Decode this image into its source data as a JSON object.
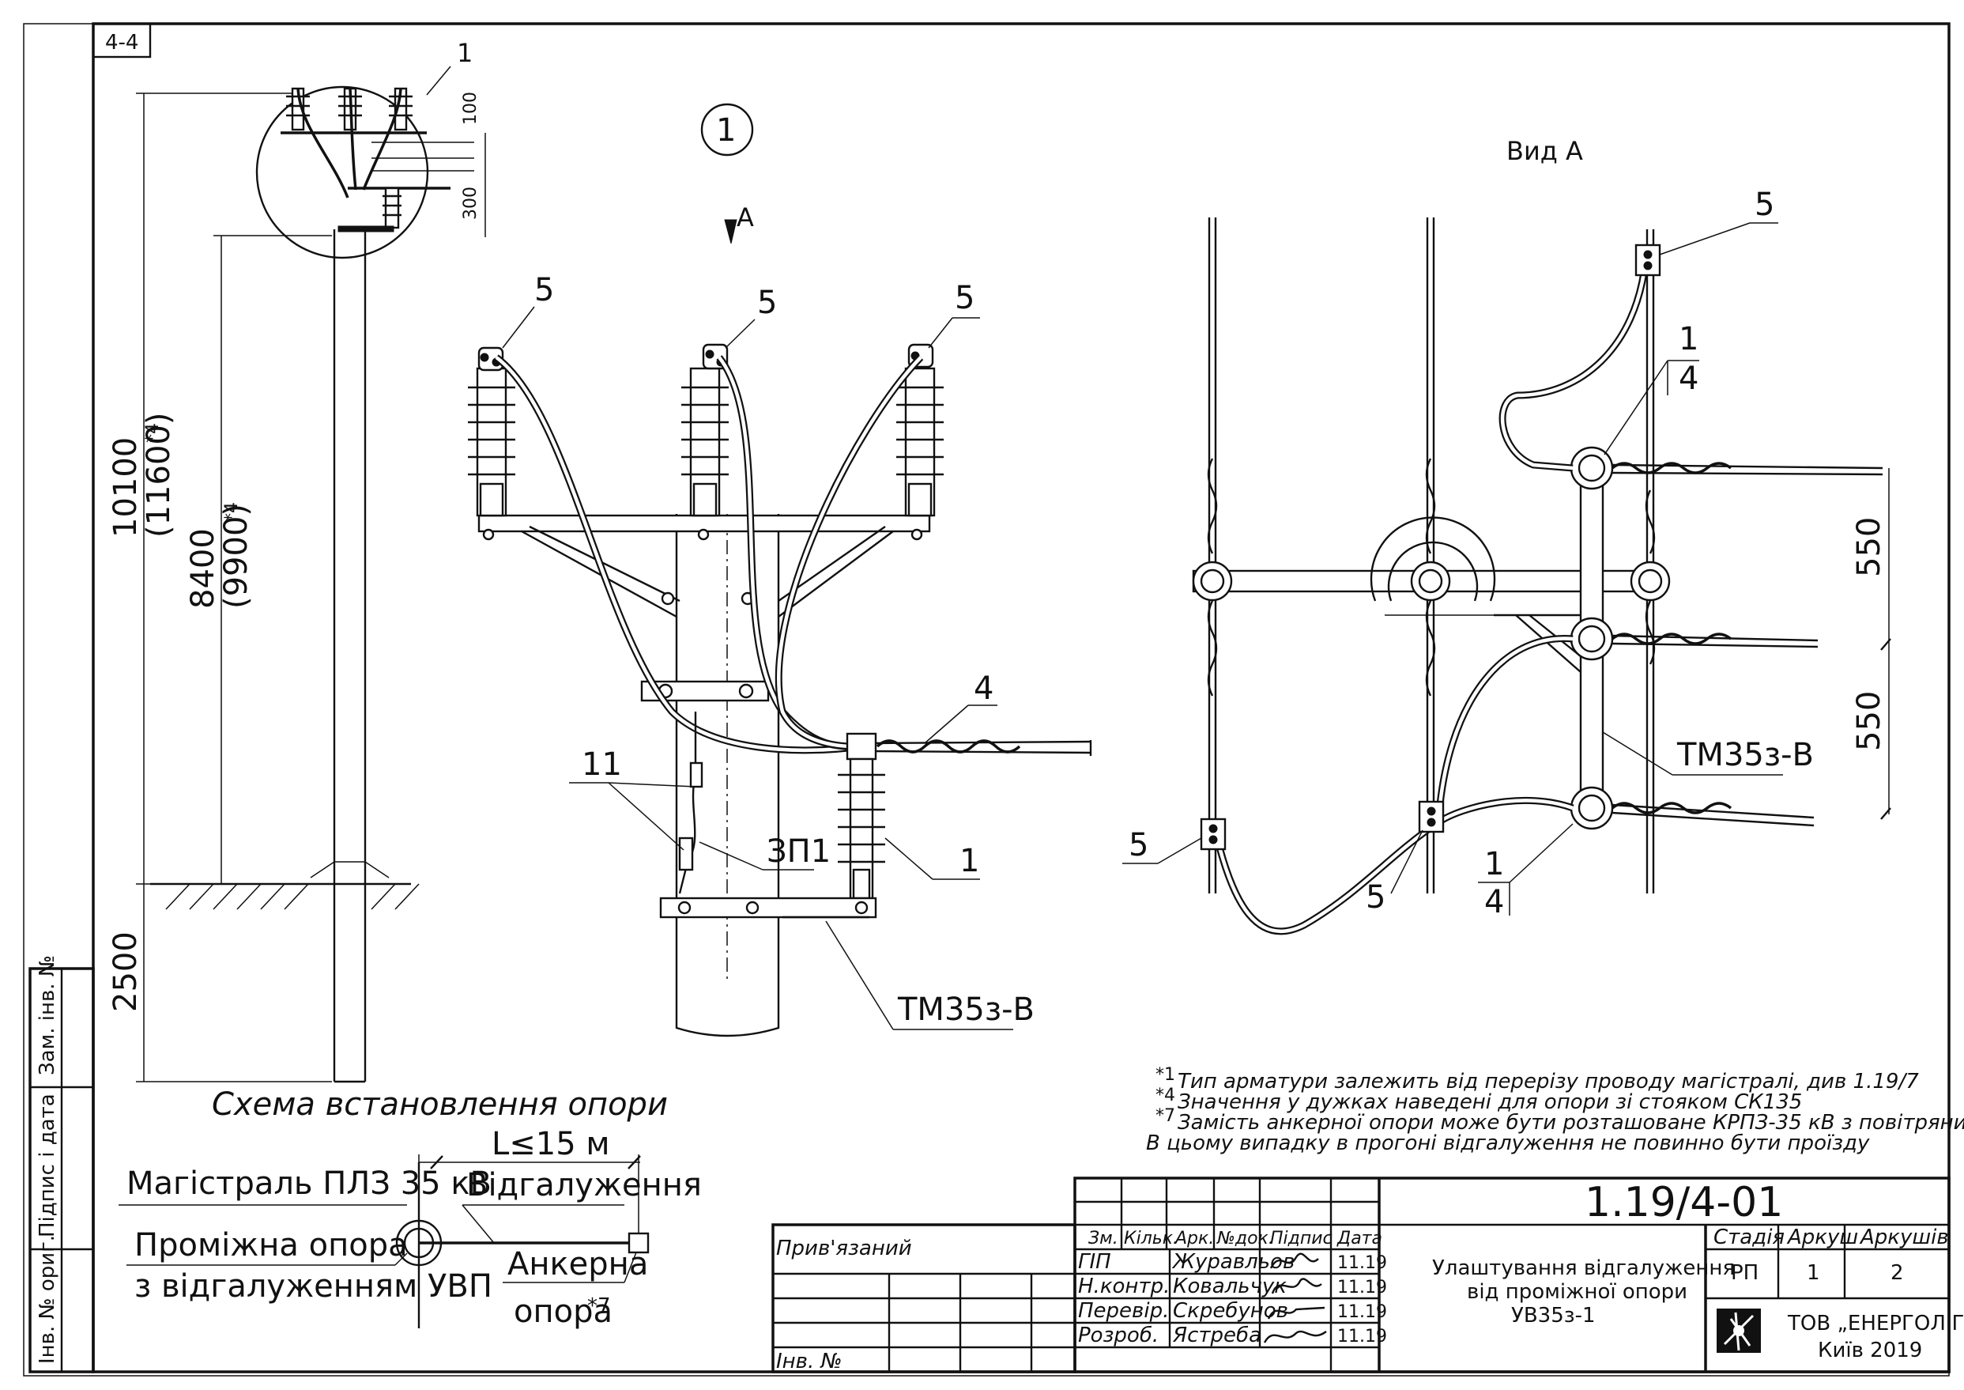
{
  "corner_tag": "4-4",
  "callout_main": "1",
  "view_arrow_label": "А",
  "view_title": "Вид А",
  "labels": {
    "n1": "1",
    "n4": "4",
    "n5": "5",
    "n11": "11",
    "zp1": "ЗП1",
    "tm": "ТМ35з-В"
  },
  "dims": {
    "total_height": "10100",
    "total_height_alt": "(11600)",
    "total_height_star": "*4",
    "attach_height": "8400",
    "attach_height_alt": "(9900)",
    "attach_height_star": "*4",
    "burial": "2500",
    "top_100": "100",
    "top_300": "300",
    "span1": "550",
    "span2": "550",
    "span_len": "L≤15 м"
  },
  "scheme": {
    "title": "Схема встановлення опори",
    "main_line": "Магістраль ПЛЗ 35 кВ",
    "branch": "Відгалуження",
    "intermediate_1": "Проміжна опора",
    "intermediate_2": "з відгалуженням УВП",
    "anchor_1": "Анкерна",
    "anchor_2": "опора",
    "anchor_star": "*7"
  },
  "notes": [
    {
      "mark": "*1",
      "text": "Тип арматури залежить від перерізу проводу магістралі, див 1.19/7"
    },
    {
      "mark": "*4",
      "text": "Значення у дужках наведені для опори зі стояком СК135"
    },
    {
      "mark": "*7",
      "text": "Замість анкерної опори може бути розташоване КРПЗ-35 кВ з повітряним вводом."
    },
    {
      "mark": "",
      "text": "В цьому випадку в прогоні відгалуження не повинно бути проїзду"
    }
  ],
  "side_stamp": {
    "zam": "Зам. інв. №",
    "pidpys": "Підпис і дата",
    "inv": "Інв. № ориг."
  },
  "title_block": {
    "doc_code": "1.19/4-01",
    "pryvyazanyi": "Прив'язаний",
    "inv_no": "Інв. №",
    "headers": [
      "Зм.",
      "Кільк.",
      "Арк.",
      "№док.",
      "Підпис",
      "Дата"
    ],
    "rows": [
      {
        "role": "ГІП",
        "name": "Журавльов",
        "date": "11.19"
      },
      {
        "role": "Н.контр.",
        "name": "Ковальчук",
        "date": "11.19"
      },
      {
        "role": "Перевір.",
        "name": "Скребунов",
        "date": "11.19"
      },
      {
        "role": "Розроб.",
        "name": "Ястреба",
        "date": "11.19"
      }
    ],
    "description": [
      "Улаштування відгалуження",
      "від проміжної опори",
      "УВ35з-1"
    ],
    "stage_header": "Стадія",
    "sheet_header": "Аркуш",
    "sheets_header": "Аркушів",
    "stage": "РП",
    "sheet": "1",
    "sheets": "2",
    "company": "ТОВ „ЕНЕРГОЛІГА\"",
    "city_year": "Київ 2019"
  }
}
